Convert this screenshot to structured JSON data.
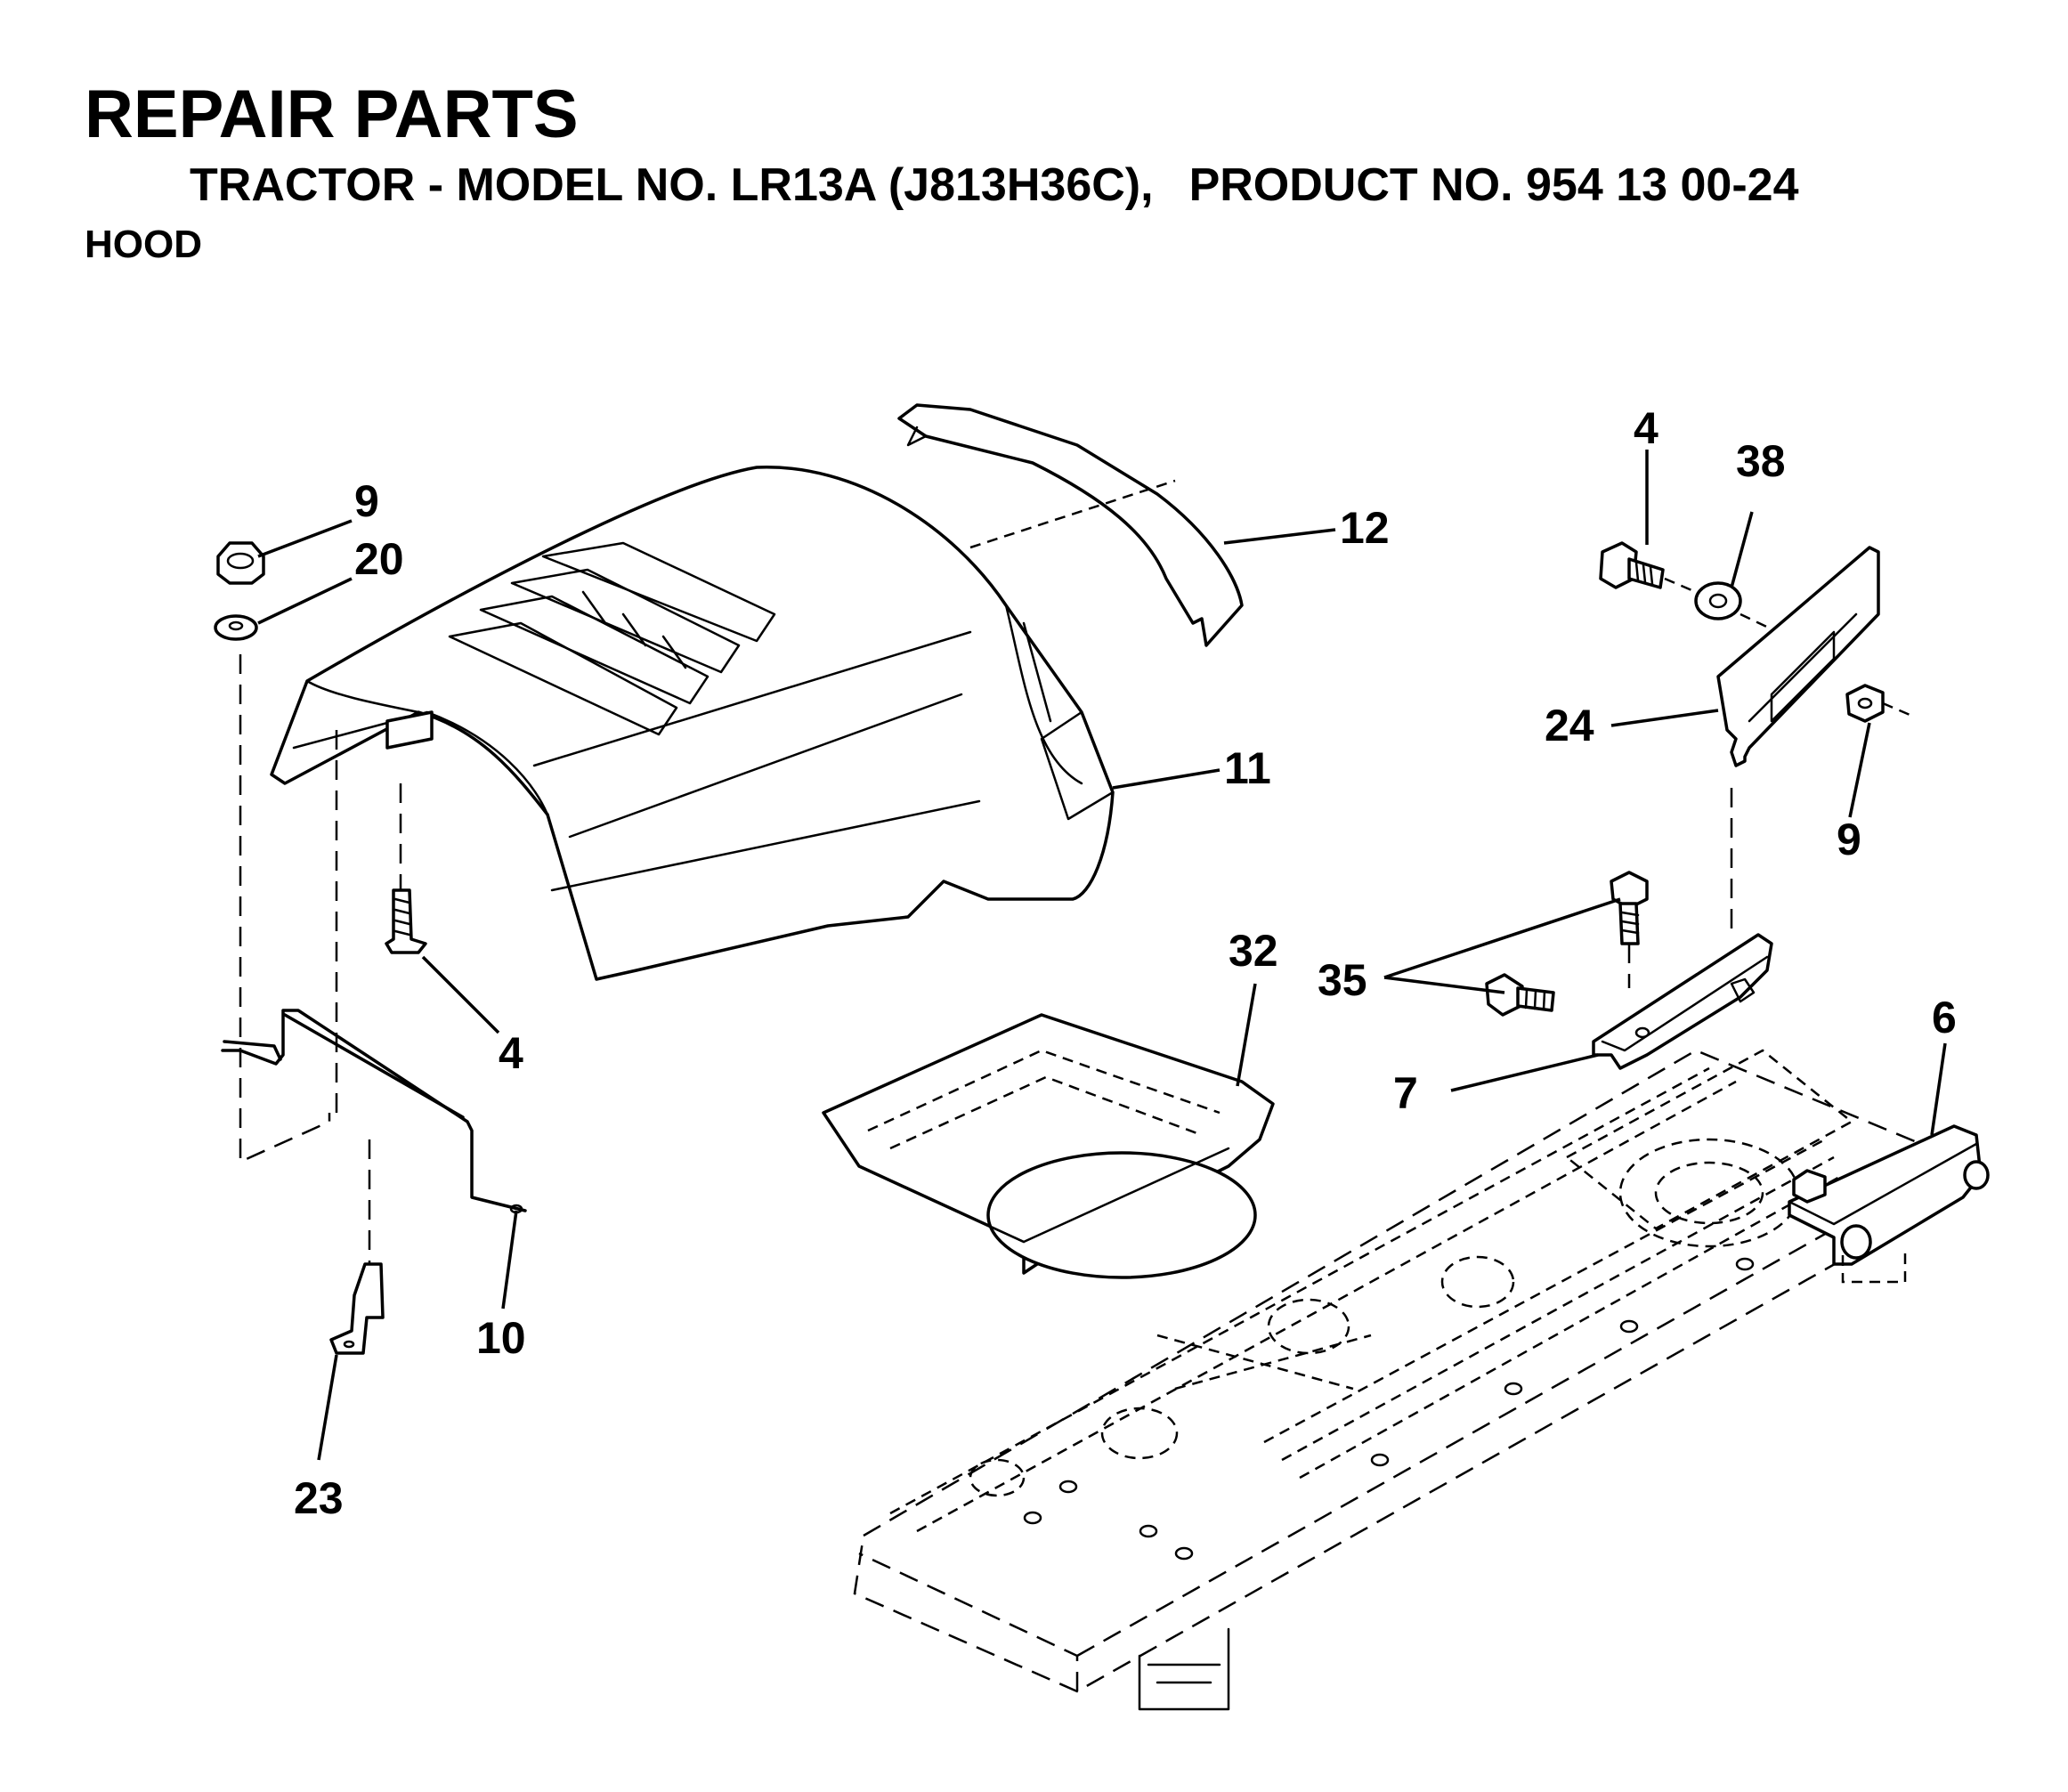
{
  "header": {
    "title": "REPAIR PARTS",
    "subtitle_model": "TRACTOR - MODEL NO. LR13A (J813H36C),",
    "subtitle_product": "PRODUCT NO. 954 13 00-24",
    "section": "HOOD"
  },
  "callouts": {
    "c9_left": "9",
    "c20": "20",
    "c4_top": "4",
    "c38": "38",
    "c12": "12",
    "c24": "24",
    "c9_right": "9",
    "c11": "11",
    "c32": "32",
    "c35": "35",
    "c4_mid": "4",
    "c6": "6",
    "c7": "7",
    "c10": "10",
    "c23": "23"
  }
}
